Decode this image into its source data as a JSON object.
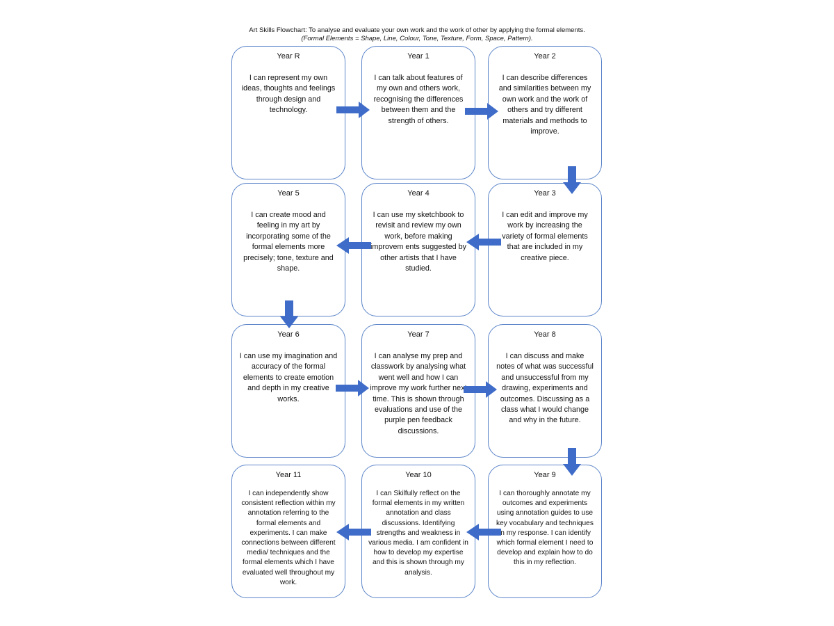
{
  "title": {
    "line1": "Art Skills Flowchart: To analyse and evaluate your own work and the work of other by applying the formal elements.",
    "line2": "(Formal Elements = Shape, Line, Colour, Tone, Texture, Form, Space, Pattern)."
  },
  "colors": {
    "border": "#5b84c8",
    "arrow": "#3f6cc8"
  },
  "boxes": [
    {
      "year": "Year R",
      "text": "I can represent my own ideas, thoughts and feelings through design and technology."
    },
    {
      "year": "Year 1",
      "text": "I can talk about features of my own and others work, recognising the differences between them and the strength of others."
    },
    {
      "year": "Year 2",
      "text": "I can describe differences and similarities between my own work and the work of others and try different materials and methods to improve."
    },
    {
      "year": "Year 5",
      "text": "I can create mood and feeling in my art by incorporating some of the formal elements more precisely; tone, texture and shape."
    },
    {
      "year": "Year 4",
      "text": "I can use my sketchbook to revisit and review my own work, before making improvem ents suggested by other artists that I have studied."
    },
    {
      "year": "Year 3",
      "text": "I can edit and improve my work by increasing the variety of formal elements that are included in my creative piece."
    },
    {
      "year": "Year 6",
      "text": "I can use my imagination and accuracy of the formal elements to create emotion and depth in my creative works."
    },
    {
      "year": "Year 7",
      "text": "I can analyse my prep and classwork by analysing what went well and how I can improve my work further next time. This is shown through evaluations and use of the purple pen feedback discussions."
    },
    {
      "year": "Year 8",
      "text": "I can discuss and make notes of what was successful and unsuccessful from my drawing, experiments and outcomes. Discussing as a class what I would change and why in the future."
    },
    {
      "year": "Year 11",
      "text": "I can independently show consistent reflection within my annotation referring to the formal elements and experiments. I can make connections between different media/ techniques and the formal elements which I have evaluated well throughout my work."
    },
    {
      "year": "Year 10",
      "text": "I can Skilfully reflect on the formal elements in my written annotation and class discussions. Identifying strengths and weakness in various media. I am confident in how to develop my expertise and this is shown through my analysis."
    },
    {
      "year": "Year 9",
      "text": "I can thoroughly annotate my outcomes and experiments using annotation guides to use key vocabulary and techniques in my response. I can identify which formal element I need to develop and explain how to do this in my reflection."
    }
  ]
}
